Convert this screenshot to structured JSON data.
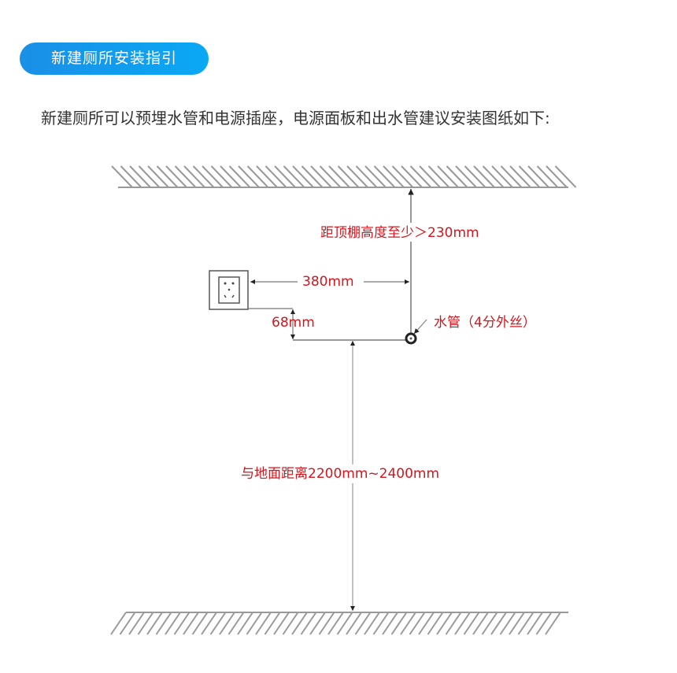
{
  "header": {
    "title": "新建厕所安装指引",
    "pill_color": "#1a8fe6"
  },
  "intro_text": "新建厕所可以预埋水管和电源插座，电源面板和出水管建议安装图纸如下:",
  "diagram": {
    "ceiling_label": "距顶棚高度至少＞230mm",
    "horizontal_label": "380mm",
    "vertical_offset_label": "68mm",
    "pipe_label": "水管（4分外丝）",
    "floor_label": "与地面距离2200mm~2400mm",
    "annotation_color": "#d7141b",
    "line_color": "#666666",
    "elements": {
      "ceiling": "ceiling-hatch",
      "floor": "floor-hatch",
      "socket": "power-socket-icon",
      "pipe": "water-pipe-icon"
    }
  }
}
